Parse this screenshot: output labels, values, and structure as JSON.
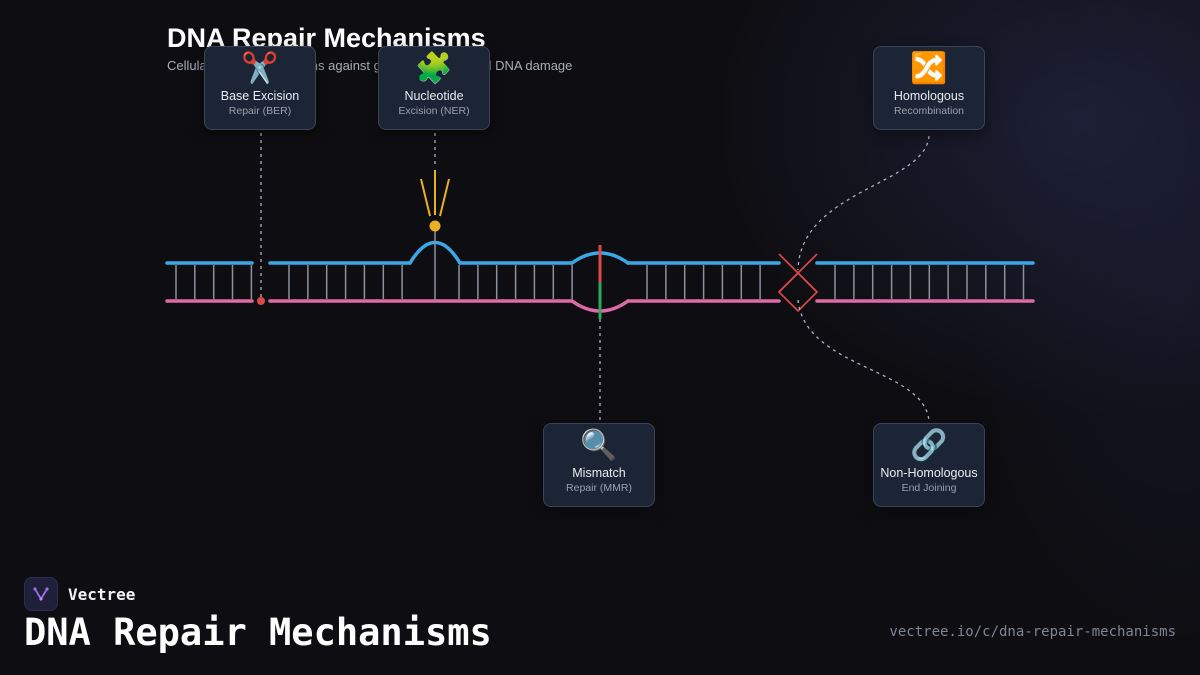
{
  "diagram": {
    "title": "DNA Repair Mechanisms",
    "subtitle": "Cellular repair mechanisms against genetic damage and DNA damage"
  },
  "colors": {
    "background": "#0e0e12",
    "top_strand": "#3aa8e6",
    "bottom_strand": "#e06aa8",
    "rungs": "#8c919c",
    "damage_red": "#e04848",
    "lesion_yellow": "#e8b023",
    "match_green": "#2aaa58",
    "card_bg": "#1c2535",
    "card_border": "#3a4456"
  },
  "mechanisms": [
    {
      "id": "ber",
      "icon": "scissors-icon",
      "emoji": "✂️",
      "name": "Base Excision",
      "sub": "Repair (BER)"
    },
    {
      "id": "ner",
      "icon": "puzzle-icon",
      "emoji": "🧩",
      "name": "Nucleotide",
      "sub": "Excision (NER)"
    },
    {
      "id": "hr",
      "icon": "shuffle-icon",
      "emoji": "🔀",
      "name": "Homologous",
      "sub": "Recombination"
    },
    {
      "id": "mmr",
      "icon": "magnifier-icon",
      "emoji": "🔍",
      "name": "Mismatch",
      "sub": "Repair (MMR)"
    },
    {
      "id": "nhej",
      "icon": "link-icon",
      "emoji": "🔗",
      "name": "Non-Homologous",
      "sub": "End Joining"
    }
  ],
  "footer": {
    "brand": "Vectree",
    "title": "DNA Repair Mechanisms",
    "url": "vectree.io/c/dna-repair-mechanisms"
  }
}
